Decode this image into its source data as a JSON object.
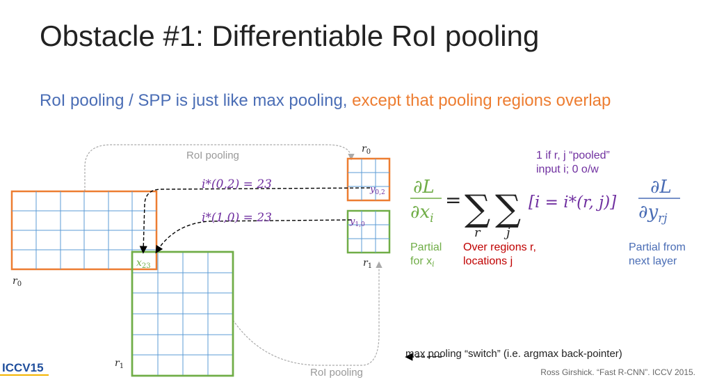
{
  "slide": {
    "title": "Obstacle #1: Differentiable RoI pooling",
    "subtitle_blue": "RoI pooling / SPP is just like max pooling,",
    "subtitle_orange": " except that pooling regions overlap"
  },
  "diagram": {
    "top_arrow_label": "RoI pooling",
    "bottom_arrow_label": "RoI pooling",
    "switch_label_top": "i*(0,2) = 23",
    "switch_label_bottom": "i*(1,0) = 23",
    "cell_x": "x",
    "cell_x_sub": "23",
    "r0_label": "r",
    "r0_sub": "0",
    "r1_label": "r",
    "r1_sub": "1",
    "y02_label": "y",
    "y02_sub": "0,2",
    "y10_label": "y",
    "y10_sub": "1,0",
    "colors": {
      "orange": "#ed7d31",
      "green": "#70ad47",
      "blue_grid": "#5b9bd5",
      "purple": "#7030a0",
      "green_text": "#70ad47",
      "red_text": "#c00000",
      "blue_text": "#4a6db5"
    }
  },
  "equation": {
    "numerator_left": "∂L",
    "denominator_left": "∂x",
    "denominator_left_sub": "i",
    "equals": "=",
    "sum_symbol": "∑",
    "sum_r": "r",
    "sum_j": "j",
    "indicator": "[i = i*(r, j)]",
    "numerator_right": "∂L",
    "denominator_right": "∂y",
    "denominator_right_sub": "rj",
    "indicator_note_line1": "1 if r, j “pooled”",
    "indicator_note_line2": "input i; 0 o/w",
    "partial_xi_line1": "Partial",
    "partial_xi_line2": "for x",
    "partial_xi_sub": "i",
    "over_regions_line1": "Over regions r,",
    "over_regions_line2": "locations j",
    "partial_next_line1": "Partial from",
    "partial_next_line2": "next layer"
  },
  "footer": {
    "switch_note": "max pooling “switch” (i.e. argmax back-pointer)",
    "citation": "Ross Girshick. “Fast R-CNN”. ICCV 2015.",
    "logo_text": "ICCV15"
  }
}
